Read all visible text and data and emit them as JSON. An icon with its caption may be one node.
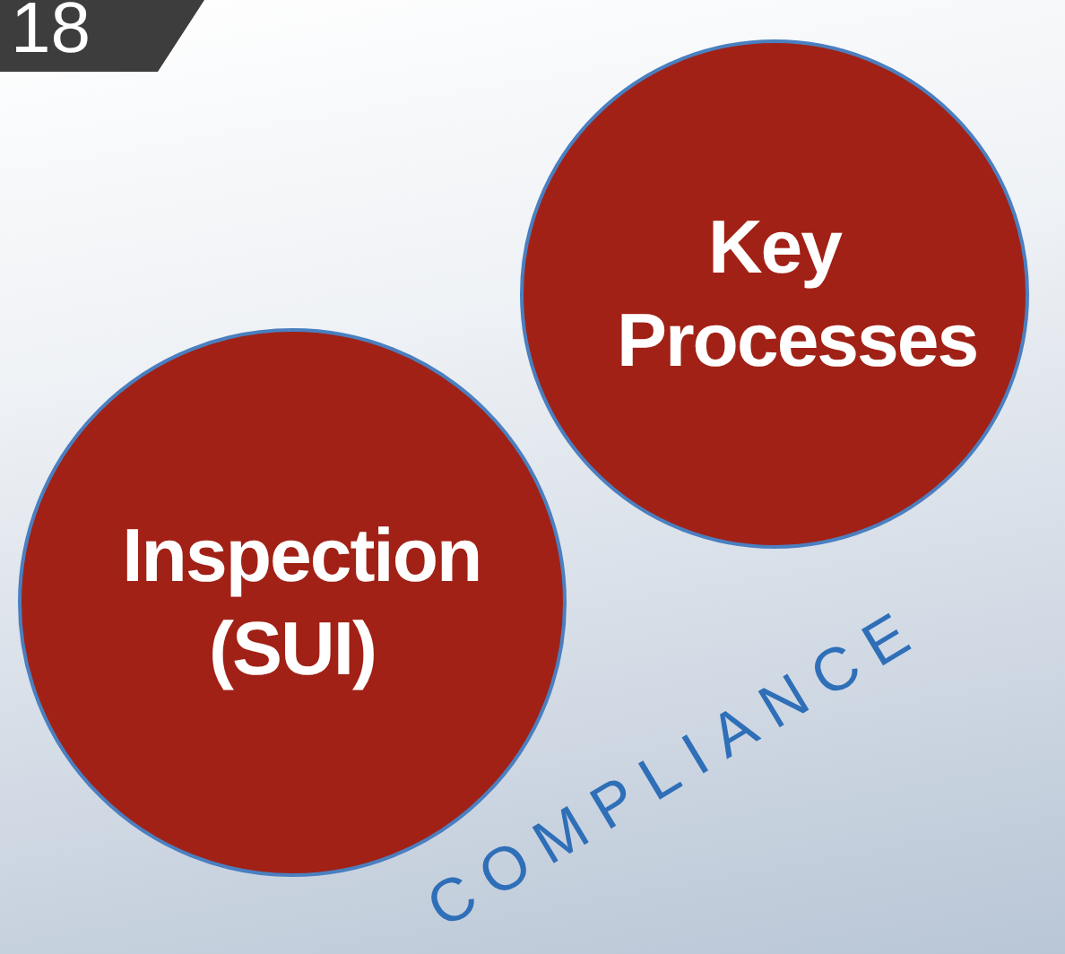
{
  "diagram": {
    "nodes": [
      {
        "text": [
          "Key Processes"
        ]
      },
      {
        "text": [
          "Inspection (SUI)"
        ]
      }
    ],
    "labels": [
      "18",
      "COMPLIANCE"
    ]
  }
}
